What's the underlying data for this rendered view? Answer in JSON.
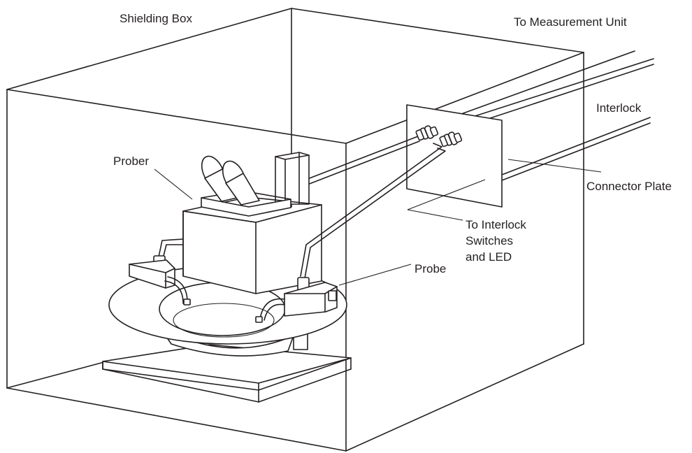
{
  "labels": {
    "shielding_box": "Shielding Box",
    "measurement_unit": "To Measurement Unit",
    "interlock": "Interlock",
    "prober": "Prober",
    "connector_plate": "Connector Plate",
    "to_interlock_1": "To Interlock",
    "to_interlock_2": "Switches",
    "to_interlock_3": "and LED",
    "probe": "Probe"
  }
}
